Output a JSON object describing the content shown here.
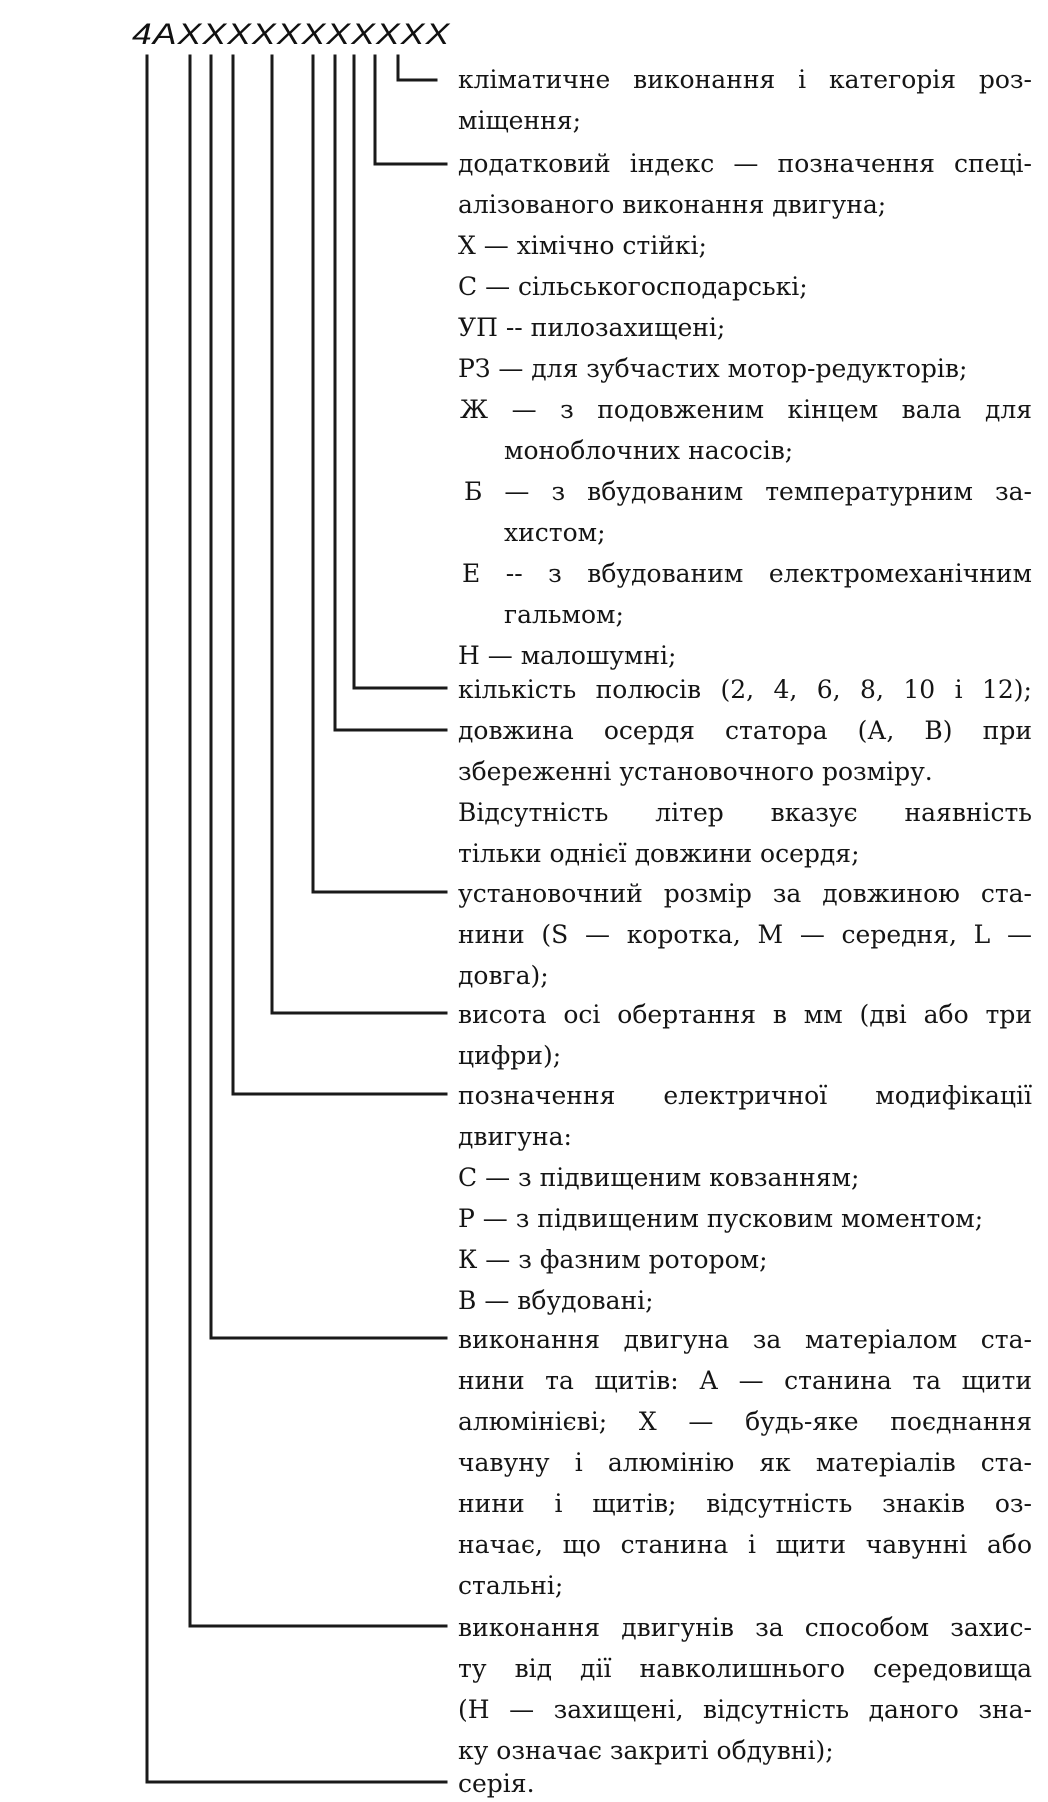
{
  "code": "4AXXXXXXXXXXX",
  "lines": [
    "кліматичне виконання і категорія роз-",
    "міщення;",
    "додатковий індекс — позначення спеці-",
    "алізованого виконання двигуна;",
    "Х — хімічно стійкі;",
    "С — сільськогосподарські;",
    "УП -- пилозахищені;",
    "РЗ — для зубчастих мотор-редукторів;",
    "Ж — з подовженим кінцем вала для",
    "моноблочних насосів;",
    "Б — з вбудованим температурним за-",
    "хистом;",
    "Е -- з вбудованим електромеханічним",
    "гальмом;",
    "Н — малошумні;",
    "кількість полюсів (2, 4, 6, 8, 10 і 12);",
    "довжина осердя статора (А, В) при",
    "збереженні установочного розміру.",
    "Відсутність літер вказує наявність",
    "тільки однієї довжини осердя;",
    "установочний розмір за довжиною ста-",
    "нини (S — коротка, M — середня, L —",
    "довга);",
    "висота осі обертання в мм (дві або три",
    "цифри);",
    "позначення електричної модифікації",
    "двигуна:",
    "С — з підвищеним ковзанням;",
    "Р — з підвищеним пусковим моментом;",
    "К — з фазним ротором;",
    "В — вбудовані;",
    "виконання двигуна за матеріалом ста-",
    "нини та щитів: А — станина та щити",
    "алюмінієві; Х — будь-яке поєднання",
    "чавуну і алюмінію як матеріалів ста-",
    "нини і щитів; відсутність знаків оз-",
    "начає, що станина і щити чавунні або",
    "стальні;",
    "виконання двигунів за способом захис-",
    "ту від дії навколишнього середовища",
    "(Н — захищені, відсутність даного зна-",
    "ку означає закриті обдувні);",
    "серія."
  ]
}
